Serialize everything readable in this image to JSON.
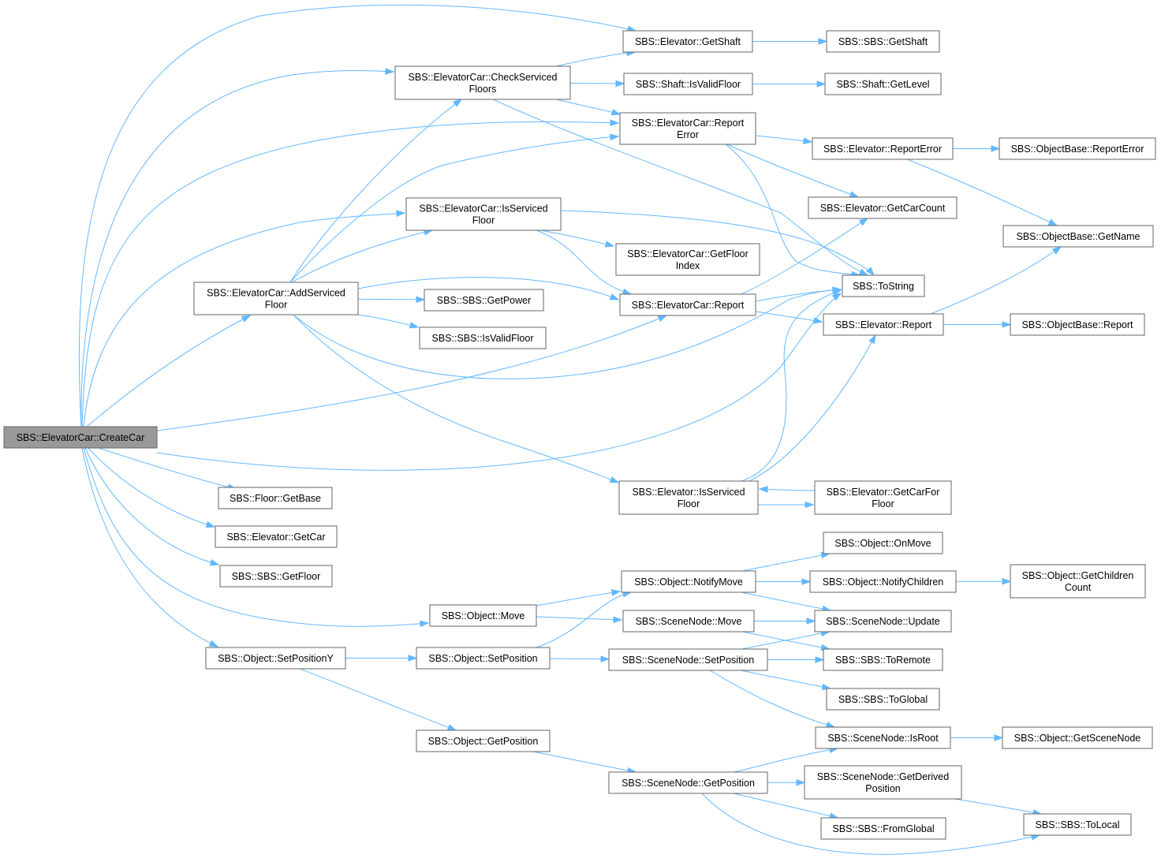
{
  "graph": {
    "root": "n_create_car",
    "nodes": [
      {
        "id": "n_create_car",
        "label": [
          "SBS::ElevatorCar::CreateCar"
        ]
      },
      {
        "id": "n_elev_getshaft",
        "label": [
          "SBS::Elevator::GetShaft"
        ]
      },
      {
        "id": "n_sbs_getshaft",
        "label": [
          "SBS::SBS::GetShaft"
        ]
      },
      {
        "id": "n_checkserviced",
        "label": [
          "SBS::ElevatorCar::CheckServiced",
          "Floors"
        ]
      },
      {
        "id": "n_shaft_isvalid",
        "label": [
          "SBS::Shaft::IsValidFloor"
        ]
      },
      {
        "id": "n_shaft_getlevel",
        "label": [
          "SBS::Shaft::GetLevel"
        ]
      },
      {
        "id": "n_car_reporterror",
        "label": [
          "SBS::ElevatorCar::Report",
          "Error"
        ]
      },
      {
        "id": "n_elev_reporterror",
        "label": [
          "SBS::Elevator::ReportError"
        ]
      },
      {
        "id": "n_ob_reporterror",
        "label": [
          "SBS::ObjectBase::ReportError"
        ]
      },
      {
        "id": "n_elev_getcarcount",
        "label": [
          "SBS::Elevator::GetCarCount"
        ]
      },
      {
        "id": "n_car_isserviced",
        "label": [
          "SBS::ElevatorCar::IsServiced",
          "Floor"
        ]
      },
      {
        "id": "n_ob_getname",
        "label": [
          "SBS::ObjectBase::GetName"
        ]
      },
      {
        "id": "n_car_getfloorindex",
        "label": [
          "SBS::ElevatorCar::GetFloor",
          "Index"
        ]
      },
      {
        "id": "n_tostring",
        "label": [
          "SBS::ToString"
        ]
      },
      {
        "id": "n_addserviced",
        "label": [
          "SBS::ElevatorCar::AddServiced",
          "Floor"
        ]
      },
      {
        "id": "n_sbs_getpower",
        "label": [
          "SBS::SBS::GetPower"
        ]
      },
      {
        "id": "n_car_report",
        "label": [
          "SBS::ElevatorCar::Report"
        ]
      },
      {
        "id": "n_elev_report",
        "label": [
          "SBS::Elevator::Report"
        ]
      },
      {
        "id": "n_ob_report",
        "label": [
          "SBS::ObjectBase::Report"
        ]
      },
      {
        "id": "n_sbs_isvalidfloor",
        "label": [
          "SBS::SBS::IsValidFloor"
        ]
      },
      {
        "id": "n_elev_isserviced",
        "label": [
          "SBS::Elevator::IsServiced",
          "Floor"
        ]
      },
      {
        "id": "n_elev_getcarforfloor",
        "label": [
          "SBS::Elevator::GetCarFor",
          "Floor"
        ]
      },
      {
        "id": "n_floor_getbase",
        "label": [
          "SBS::Floor::GetBase"
        ]
      },
      {
        "id": "n_elev_getcar",
        "label": [
          "SBS::Elevator::GetCar"
        ]
      },
      {
        "id": "n_sbs_getfloor",
        "label": [
          "SBS::SBS::GetFloor"
        ]
      },
      {
        "id": "n_obj_onmove",
        "label": [
          "SBS::Object::OnMove"
        ]
      },
      {
        "id": "n_obj_notifymove",
        "label": [
          "SBS::Object::NotifyMove"
        ]
      },
      {
        "id": "n_obj_notifychildren",
        "label": [
          "SBS::Object::NotifyChildren"
        ]
      },
      {
        "id": "n_obj_getchildrencount",
        "label": [
          "SBS::Object::GetChildren",
          "Count"
        ]
      },
      {
        "id": "n_obj_move",
        "label": [
          "SBS::Object::Move"
        ]
      },
      {
        "id": "n_sn_move",
        "label": [
          "SBS::SceneNode::Move"
        ]
      },
      {
        "id": "n_sn_update",
        "label": [
          "SBS::SceneNode::Update"
        ]
      },
      {
        "id": "n_obj_setpositiony",
        "label": [
          "SBS::Object::SetPositionY"
        ]
      },
      {
        "id": "n_obj_setposition",
        "label": [
          "SBS::Object::SetPosition"
        ]
      },
      {
        "id": "n_sn_setposition",
        "label": [
          "SBS::SceneNode::SetPosition"
        ]
      },
      {
        "id": "n_sbs_toremote",
        "label": [
          "SBS::SBS::ToRemote"
        ]
      },
      {
        "id": "n_sbs_toglobal",
        "label": [
          "SBS::SBS::ToGlobal"
        ]
      },
      {
        "id": "n_obj_getposition",
        "label": [
          "SBS::Object::GetPosition"
        ]
      },
      {
        "id": "n_sn_isroot",
        "label": [
          "SBS::SceneNode::IsRoot"
        ]
      },
      {
        "id": "n_obj_getscenenode",
        "label": [
          "SBS::Object::GetSceneNode"
        ]
      },
      {
        "id": "n_sn_getposition",
        "label": [
          "SBS::SceneNode::GetPosition"
        ]
      },
      {
        "id": "n_sn_getderivedposition",
        "label": [
          "SBS::SceneNode::GetDerived",
          "Position"
        ]
      },
      {
        "id": "n_sbs_fromglobal",
        "label": [
          "SBS::SBS::FromGlobal"
        ]
      },
      {
        "id": "n_sbs_tolocal",
        "label": [
          "SBS::SBS::ToLocal"
        ]
      }
    ],
    "edges": [
      [
        "n_create_car",
        "n_elev_getshaft"
      ],
      [
        "n_create_car",
        "n_checkserviced"
      ],
      [
        "n_create_car",
        "n_car_reporterror"
      ],
      [
        "n_create_car",
        "n_car_isserviced"
      ],
      [
        "n_create_car",
        "n_addserviced"
      ],
      [
        "n_create_car",
        "n_car_report"
      ],
      [
        "n_create_car",
        "n_tostring"
      ],
      [
        "n_create_car",
        "n_floor_getbase"
      ],
      [
        "n_create_car",
        "n_elev_getcar"
      ],
      [
        "n_create_car",
        "n_sbs_getfloor"
      ],
      [
        "n_create_car",
        "n_obj_move"
      ],
      [
        "n_create_car",
        "n_obj_setpositiony"
      ],
      [
        "n_elev_getshaft",
        "n_sbs_getshaft"
      ],
      [
        "n_checkserviced",
        "n_elev_getshaft"
      ],
      [
        "n_checkserviced",
        "n_shaft_isvalid"
      ],
      [
        "n_checkserviced",
        "n_car_reporterror"
      ],
      [
        "n_checkserviced",
        "n_tostring"
      ],
      [
        "n_shaft_isvalid",
        "n_shaft_getlevel"
      ],
      [
        "n_car_reporterror",
        "n_elev_reporterror"
      ],
      [
        "n_car_reporterror",
        "n_elev_getcarcount"
      ],
      [
        "n_car_reporterror",
        "n_tostring"
      ],
      [
        "n_elev_reporterror",
        "n_ob_reporterror"
      ],
      [
        "n_elev_reporterror",
        "n_ob_getname"
      ],
      [
        "n_car_isserviced",
        "n_tostring"
      ],
      [
        "n_car_isserviced",
        "n_car_getfloorindex"
      ],
      [
        "n_car_isserviced",
        "n_car_report"
      ],
      [
        "n_addserviced",
        "n_checkserviced"
      ],
      [
        "n_addserviced",
        "n_car_reporterror"
      ],
      [
        "n_addserviced",
        "n_car_isserviced"
      ],
      [
        "n_addserviced",
        "n_car_report"
      ],
      [
        "n_addserviced",
        "n_sbs_getpower"
      ],
      [
        "n_addserviced",
        "n_sbs_isvalidfloor"
      ],
      [
        "n_addserviced",
        "n_tostring"
      ],
      [
        "n_addserviced",
        "n_elev_isserviced"
      ],
      [
        "n_car_report",
        "n_elev_getcarcount"
      ],
      [
        "n_car_report",
        "n_tostring"
      ],
      [
        "n_car_report",
        "n_elev_report"
      ],
      [
        "n_elev_report",
        "n_ob_getname"
      ],
      [
        "n_elev_report",
        "n_ob_report"
      ],
      [
        "n_elev_isserviced",
        "n_tostring"
      ],
      [
        "n_elev_isserviced",
        "n_elev_report"
      ],
      [
        "n_elev_isserviced",
        "n_elev_getcarforfloor"
      ],
      [
        "n_elev_getcarforfloor",
        "n_elev_isserviced"
      ],
      [
        "n_obj_move",
        "n_obj_notifymove"
      ],
      [
        "n_obj_move",
        "n_sn_move"
      ],
      [
        "n_obj_notifymove",
        "n_obj_onmove"
      ],
      [
        "n_obj_notifymove",
        "n_obj_notifychildren"
      ],
      [
        "n_obj_notifymove",
        "n_sn_update"
      ],
      [
        "n_obj_notifychildren",
        "n_obj_getchildrencount"
      ],
      [
        "n_sn_move",
        "n_sn_update"
      ],
      [
        "n_sn_move",
        "n_sbs_toremote"
      ],
      [
        "n_obj_setpositiony",
        "n_obj_setposition"
      ],
      [
        "n_obj_setpositiony",
        "n_obj_getposition"
      ],
      [
        "n_obj_setposition",
        "n_obj_notifymove"
      ],
      [
        "n_obj_setposition",
        "n_sn_setposition"
      ],
      [
        "n_sn_setposition",
        "n_sn_update"
      ],
      [
        "n_sn_setposition",
        "n_sbs_toremote"
      ],
      [
        "n_sn_setposition",
        "n_sbs_toglobal"
      ],
      [
        "n_sn_setposition",
        "n_sn_isroot"
      ],
      [
        "n_obj_getposition",
        "n_sn_getposition"
      ],
      [
        "n_sn_isroot",
        "n_obj_getscenenode"
      ],
      [
        "n_sn_getposition",
        "n_sn_isroot"
      ],
      [
        "n_sn_getposition",
        "n_sn_getderivedposition"
      ],
      [
        "n_sn_getposition",
        "n_sbs_fromglobal"
      ],
      [
        "n_sn_getposition",
        "n_sbs_tolocal"
      ],
      [
        "n_sn_getderivedposition",
        "n_sbs_tolocal"
      ]
    ]
  }
}
